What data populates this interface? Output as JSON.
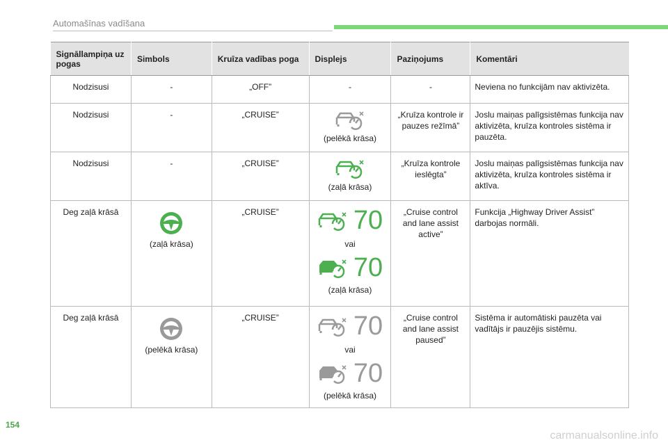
{
  "header": {
    "title": "Automašīnas vadīšana"
  },
  "table": {
    "columns": [
      "Signāllampiņa uz pogas",
      "Simbols",
      "Kruīza vadības poga",
      "Displejs",
      "Paziņojums",
      "Komentāri"
    ],
    "rows": [
      {
        "lamp": "Nodzisusi",
        "symbol": "-",
        "button": "„OFF”",
        "display": "-",
        "message": "-",
        "comment": "Neviena no funkcijām nav aktivizēta."
      },
      {
        "lamp": "Nodzisusi",
        "symbol": "-",
        "button": "„CRUISE”",
        "display_note": "(pelēkā krāsa)",
        "message": "„Kruīza kontrole ir pauzes režīmā”",
        "comment": "Joslu maiņas palīgsistēmas funkcija nav aktivizēta, kruīza kontroles sistēma ir pauzēta."
      },
      {
        "lamp": "Nodzisusi",
        "symbol": "-",
        "button": "„CRUISE”",
        "display_note": "(zaļā krāsa)",
        "message": "„Kruīza kontrole ieslēgta”",
        "comment": "Joslu maiņas palīgsistēmas funkcija nav aktivizēta, kruīza kontroles sistēma ir aktīva."
      },
      {
        "lamp": "Deg zaļā krāsā",
        "symbol_note": "(zaļā krāsa)",
        "button": "„CRUISE”",
        "speed_1": "70",
        "or": "vai",
        "speed_2": "70",
        "display_note": "(zaļā krāsa)",
        "message": "„Cruise control and lane assist active”",
        "comment": "Funkcija „Highway Driver Assist” darbojas normāli."
      },
      {
        "lamp": "Deg zaļā krāsā",
        "symbol_note": "(pelēkā krāsa)",
        "button": "„CRUISE”",
        "speed_1": "70",
        "or": "vai",
        "speed_2": "70",
        "display_note": "(pelēkā krāsa)",
        "message": "„Cruise control and lane assist paused”",
        "comment": "Sistēma ir automātiski pauzēta vai vadītājs ir pauzējis sistēmu."
      }
    ]
  },
  "page_number": "154",
  "watermark": "carmanualsonline.info",
  "colors": {
    "green": "#4caf50",
    "grey": "#9a9a9a",
    "header_accent": "#7ed77a"
  },
  "icons": {
    "steering_wheel": "steering-wheel-icon",
    "car_speedometer": "car-speedometer-icon"
  }
}
